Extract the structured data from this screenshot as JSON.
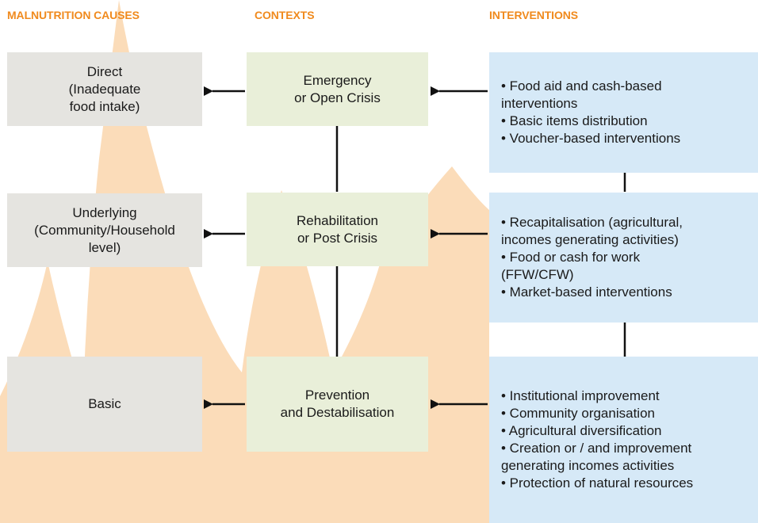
{
  "headers": {
    "causes": "MALNUTRITION CAUSES",
    "contexts": "CONTEXTS",
    "interventions": "INTERVENTIONS"
  },
  "causes": [
    {
      "lines": [
        "Direct",
        "(Inadequate",
        "food intake)"
      ]
    },
    {
      "lines": [
        "Underlying",
        "(Community/Household",
        "level)"
      ]
    },
    {
      "lines": [
        "Basic"
      ]
    }
  ],
  "contexts": [
    {
      "lines": [
        "Emergency",
        "or Open Crisis"
      ]
    },
    {
      "lines": [
        "Rehabilitation",
        "or Post Crisis"
      ]
    },
    {
      "lines": [
        "Prevention",
        "and Destabilisation"
      ]
    }
  ],
  "interventions": [
    {
      "lines": [
        "• Food aid and cash-based",
        "interventions",
        "• Basic items distribution",
        "• Voucher-based interventions"
      ]
    },
    {
      "lines": [
        "• Recapitalisation (agricultural,",
        "incomes generating activities)",
        "• Food or cash for work",
        "(FFW/CFW)",
        "• Market-based interventions"
      ]
    },
    {
      "lines": [
        "• Institutional improvement",
        "• Community organisation",
        "• Agricultural diversification",
        "• Creation or / and improvement",
        "generating incomes activities",
        "• Protection of natural resources"
      ]
    }
  ],
  "colors": {
    "header": "#f08a1d",
    "cause_fill": "#e5e4e0",
    "context_fill": "#e9efd9",
    "intervention_fill": "#d6e9f7",
    "background_shape": "#fbdcb9",
    "connector": "#111111"
  }
}
